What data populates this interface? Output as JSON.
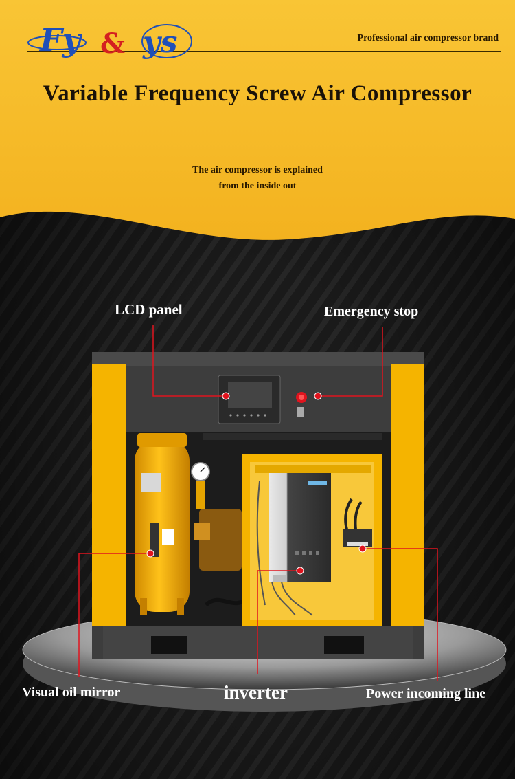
{
  "header": {
    "brand_tagline": "Professional air compressor brand",
    "title": "Variable Frequency Screw Air Compressor",
    "subtitle_line1": "The air compressor is explained",
    "subtitle_line2": "from the inside out"
  },
  "logo": {
    "text_left": "Fy",
    "ampersand": "&",
    "text_right": "ys"
  },
  "callouts": {
    "lcd_panel": "LCD panel",
    "emergency_stop": "Emergency stop",
    "visual_oil_mirror": "Visual oil mirror",
    "inverter": "inverter",
    "power_incoming_line": "Power incoming line"
  },
  "colors": {
    "yellow": "#f7bd2a",
    "cabinet_yellow": "#f5b400",
    "dark_gray": "#3a3a3a",
    "callout_red": "#e0141e",
    "logo_blue": "#1f4fb8",
    "logo_red": "#d42020"
  }
}
